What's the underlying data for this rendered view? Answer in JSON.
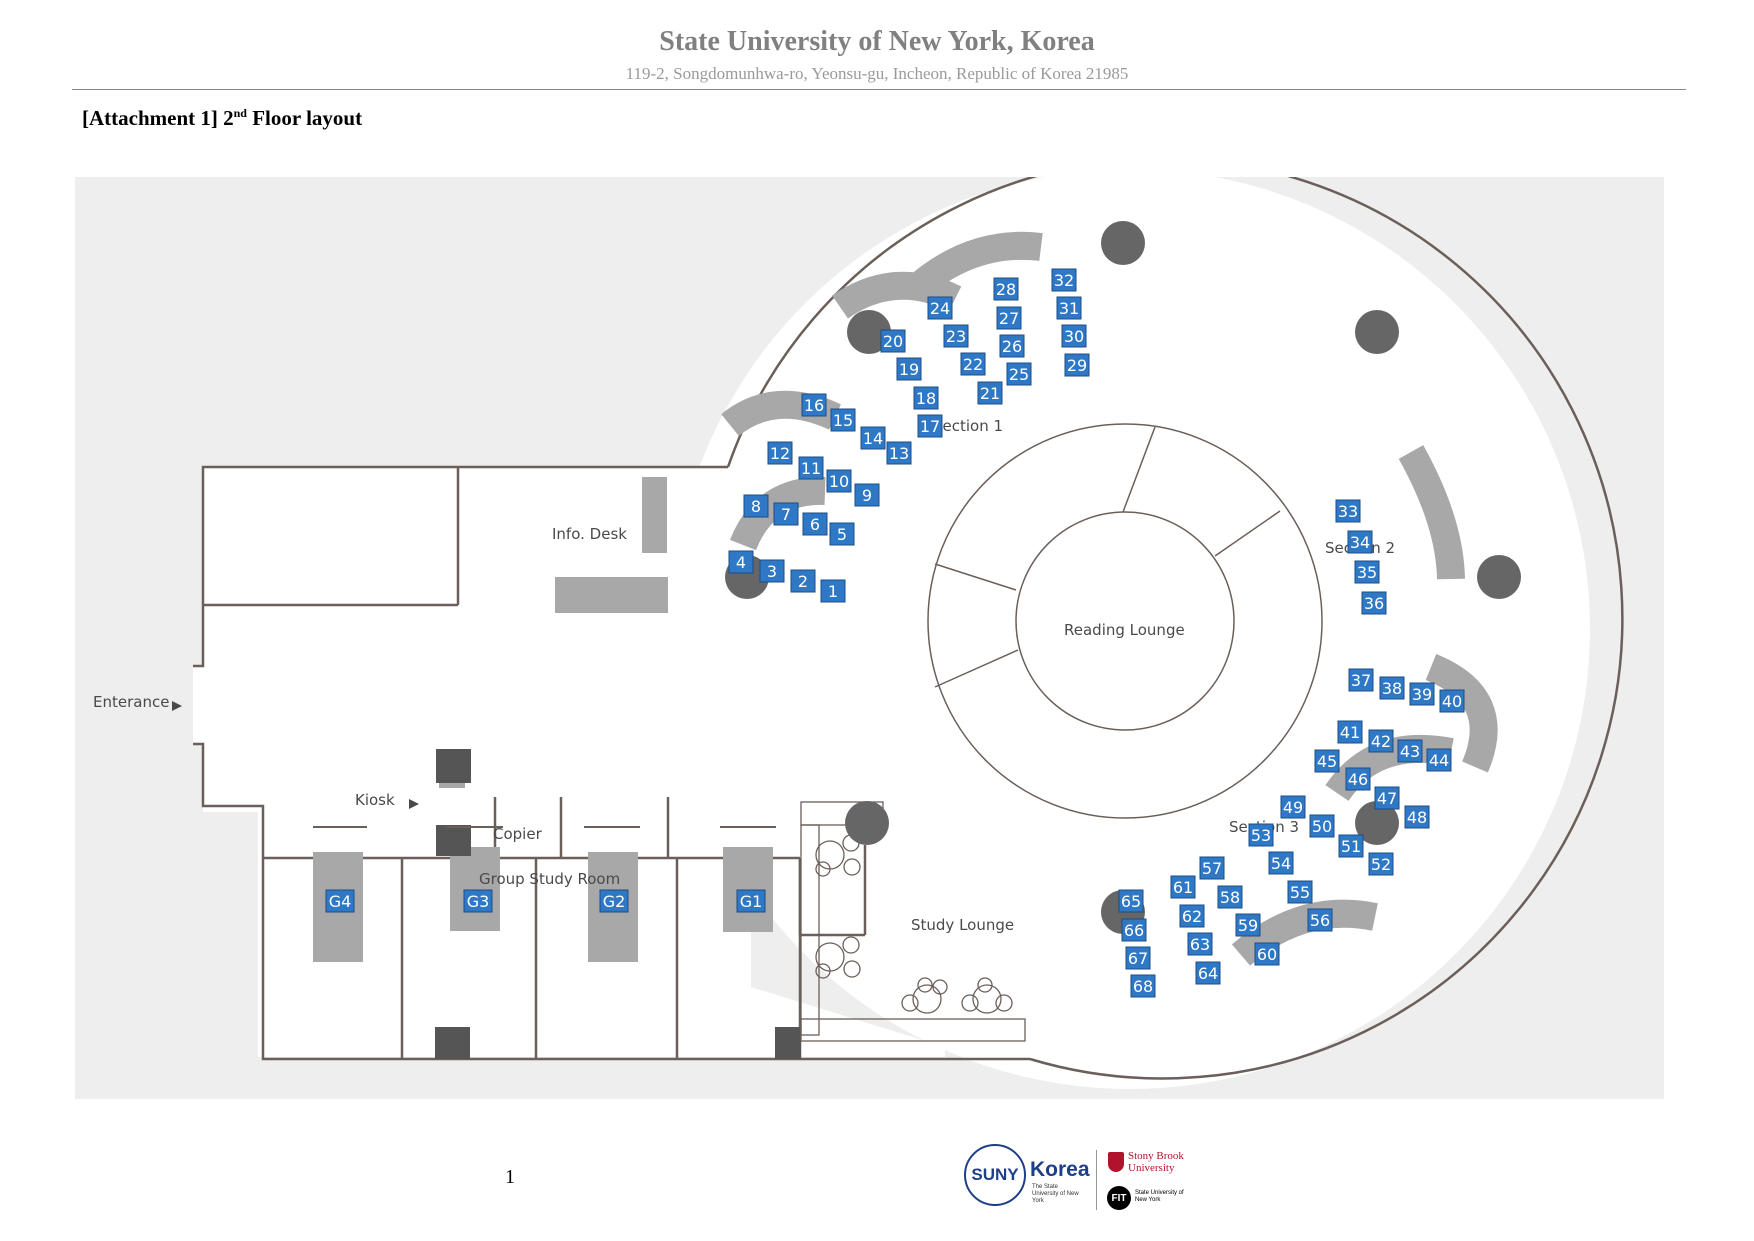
{
  "header": {
    "title": "State University of New York, Korea",
    "address": "119-2, Songdomunhwa-ro, Yeonsu-gu, Incheon, Republic of Korea 21985"
  },
  "attachment": {
    "prefix": "[Attachment 1] 2",
    "sup": "nd",
    "suffix": " Floor layout"
  },
  "floorplan": {
    "labels": {
      "info_desk": "Info. Desk",
      "entrance": "Enterance",
      "kiosk": "Kiosk",
      "copier": "Copier",
      "group_study_room": "Group Study Room",
      "study_lounge": "Study Lounge",
      "reading_lounge": "Reading Lounge",
      "section1": "Section 1",
      "section2": "Section 2",
      "section3": "Section 3"
    },
    "seats": [
      "1",
      "2",
      "3",
      "4",
      "5",
      "6",
      "7",
      "8",
      "9",
      "10",
      "11",
      "12",
      "13",
      "14",
      "15",
      "16",
      "17",
      "18",
      "19",
      "20",
      "21",
      "22",
      "23",
      "24",
      "25",
      "26",
      "27",
      "28",
      "29",
      "30",
      "31",
      "32",
      "33",
      "34",
      "35",
      "36",
      "37",
      "38",
      "39",
      "40",
      "41",
      "42",
      "43",
      "44",
      "45",
      "46",
      "47",
      "48",
      "49",
      "50",
      "51",
      "52",
      "53",
      "54",
      "55",
      "56",
      "57",
      "58",
      "59",
      "60",
      "61",
      "62",
      "63",
      "64",
      "65",
      "66",
      "67",
      "68"
    ],
    "group_rooms": [
      "G4",
      "G3",
      "G2",
      "G1"
    ],
    "colors": {
      "seat": "#2f78c5",
      "pillar": "#666666",
      "desk": "#a8a8a8",
      "wall": "#6b5f5a"
    }
  },
  "footer": {
    "page_number": "1",
    "logo": {
      "suny": "SUNY",
      "korea": "Korea",
      "suny_sub": "The State University of New York",
      "stony_brook": "Stony Brook University",
      "fit": "FIT",
      "fit_sub": "State University of New York"
    }
  }
}
